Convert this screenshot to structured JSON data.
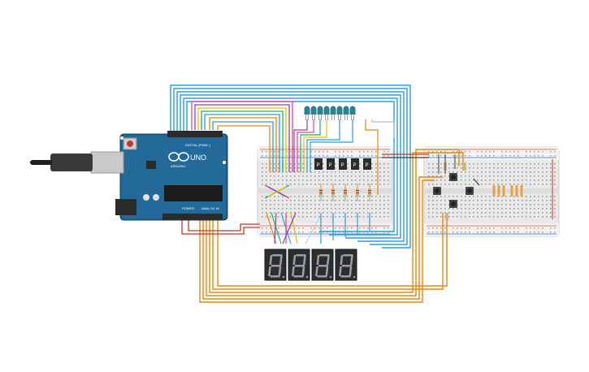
{
  "board": {
    "name": "UNO",
    "brand": "ARDUINO",
    "digital_label": "DIGITAL (PWM~)",
    "power_label": "POWER",
    "analog_label": "ANALOG IN",
    "color": "#1f5f8b"
  },
  "display": {
    "digits": 4,
    "segment_color": "#9aa1a6",
    "body_color": "#2b2d2f"
  },
  "leds": {
    "count": 8,
    "color": "#2f7f8f"
  },
  "colors": {
    "wire_blue": "#2a9fd6",
    "wire_orange": "#e8860c",
    "wire_red": "#c0392b",
    "wire_purple": "#8e44ad",
    "wire_green": "#27ae60",
    "wire_yellow": "#e2c200",
    "wire_pink": "#e84393",
    "breadboard": "#ececec",
    "rail_red": "#e74c3c",
    "rail_blue": "#3a6fd8"
  }
}
